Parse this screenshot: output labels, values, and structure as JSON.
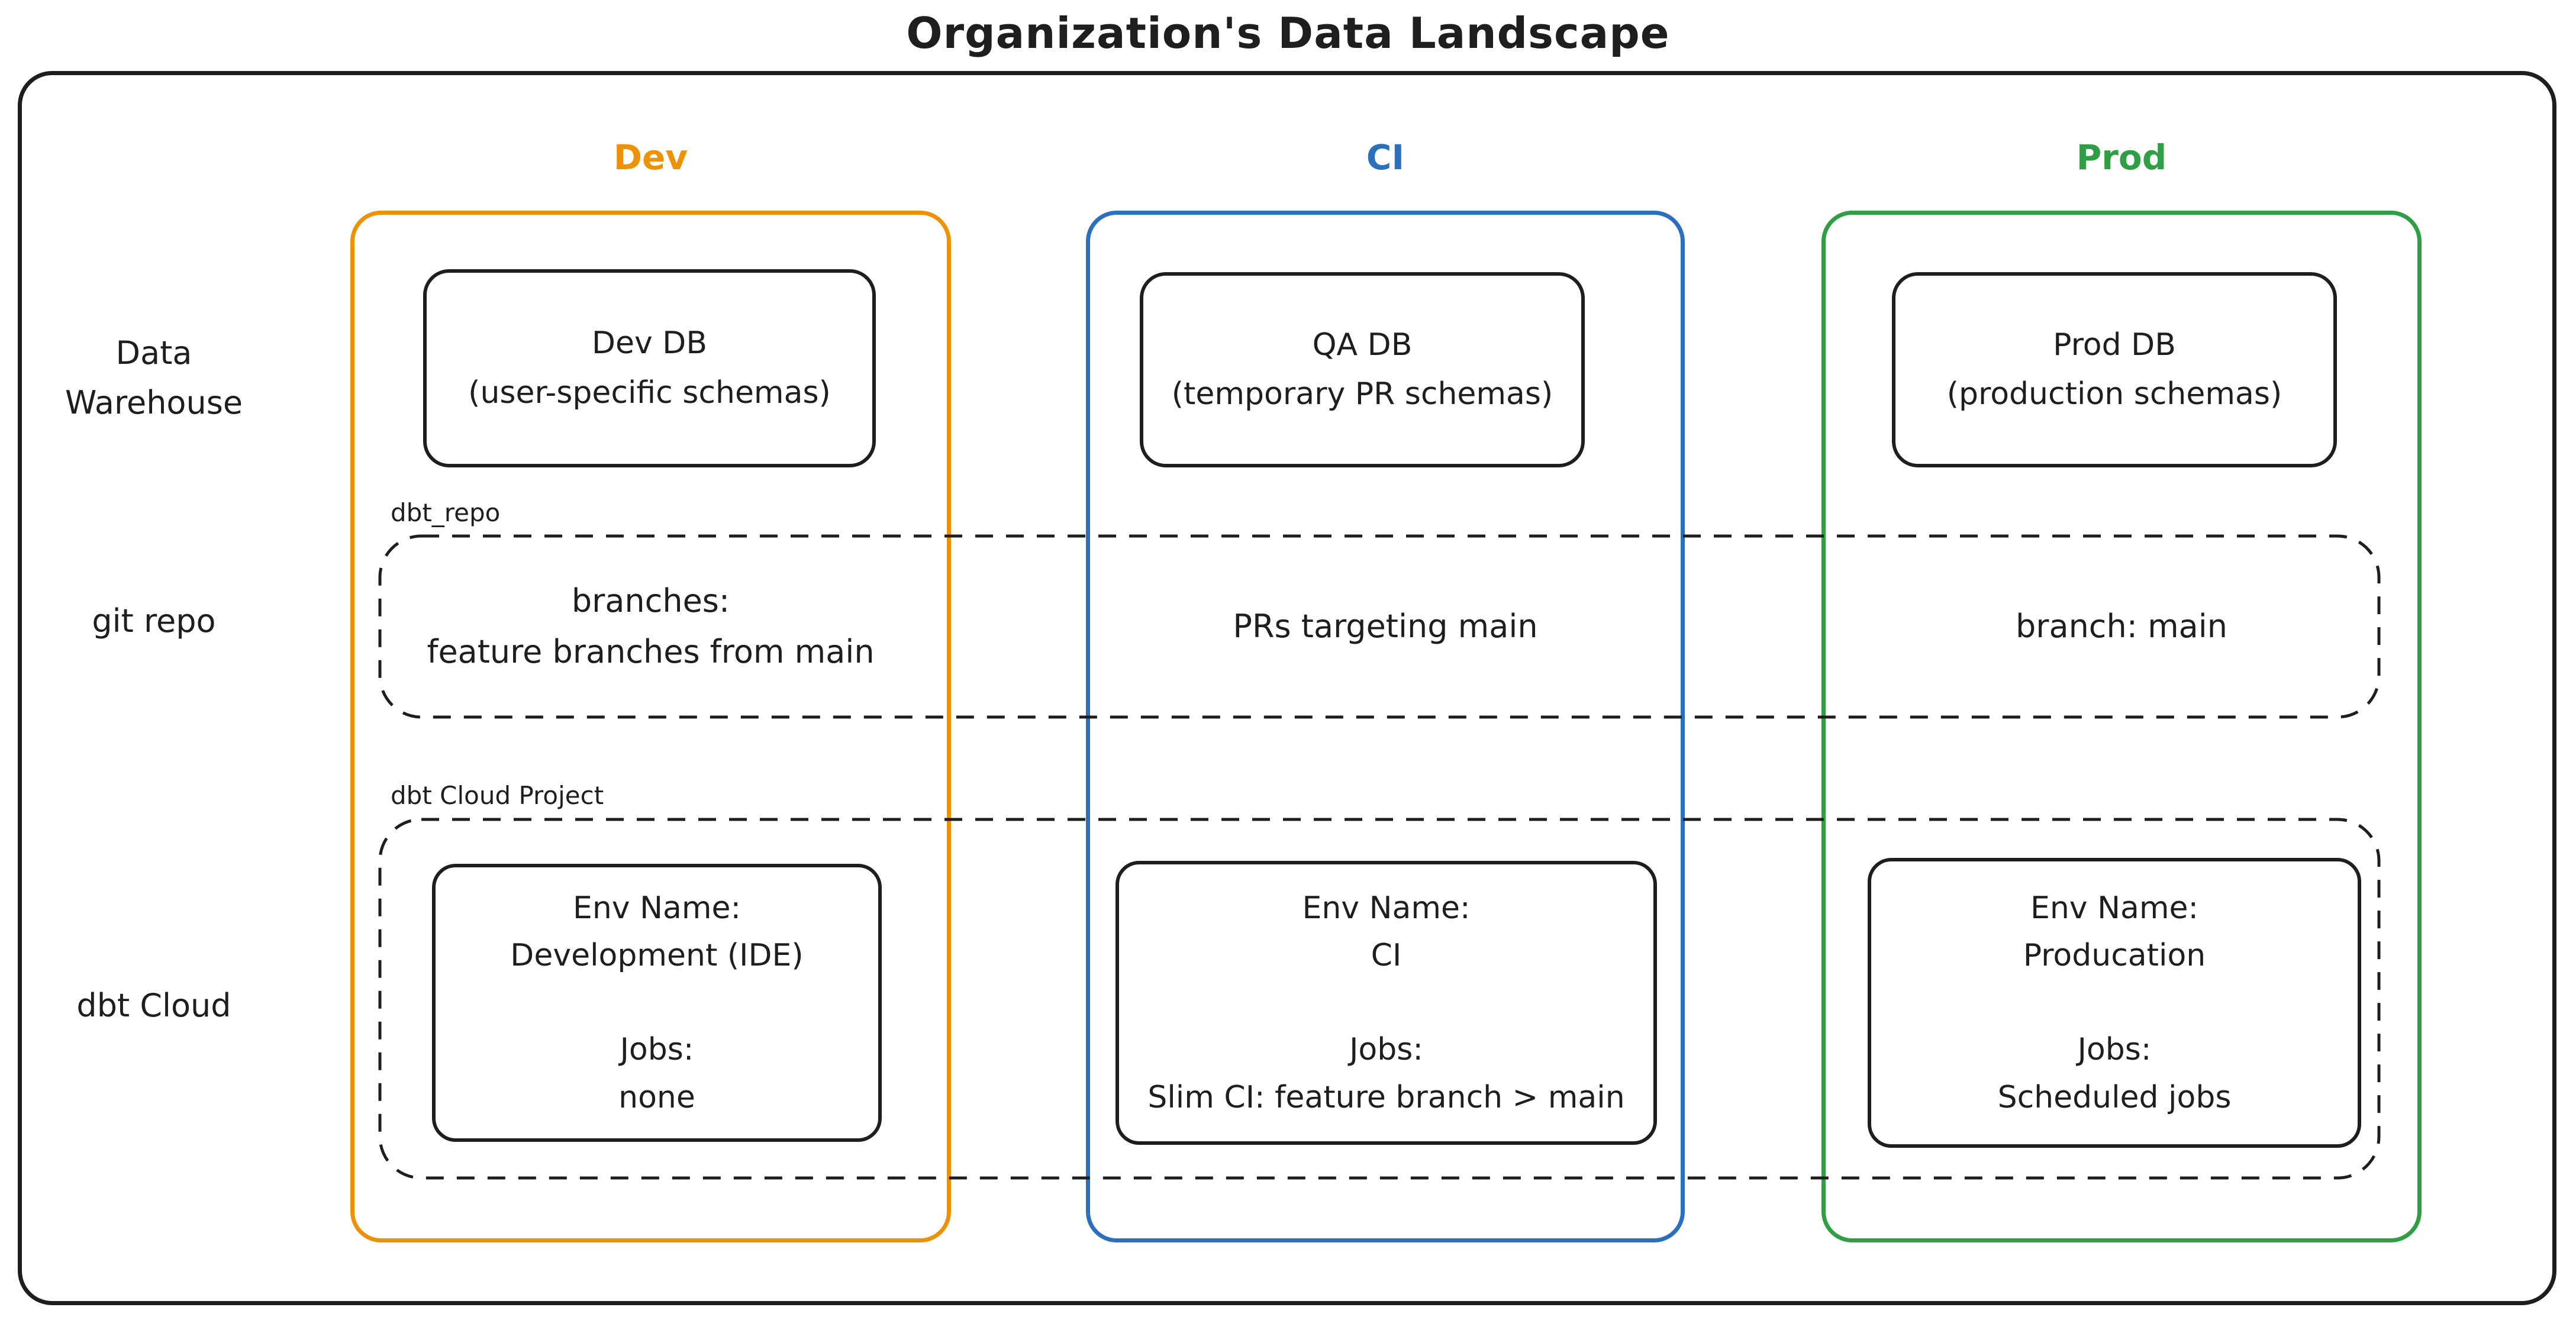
{
  "title": "Organization's Data Landscape",
  "colors": {
    "dev": "#ed9207",
    "ci": "#2b6fbf",
    "prod": "#2f9e44",
    "ink": "#1e1e1e"
  },
  "columns": {
    "dev": {
      "label": "Dev"
    },
    "ci": {
      "label": "CI"
    },
    "prod": {
      "label": "Prod"
    }
  },
  "row_labels": {
    "warehouse": "Data Warehouse",
    "git": "git repo",
    "dbt": "dbt Cloud"
  },
  "bands": {
    "git": {
      "label": "dbt_repo"
    },
    "dbt": {
      "label": "dbt Cloud Project"
    }
  },
  "warehouse": {
    "dev": {
      "name": "Dev DB",
      "schemas": "(user-specific schemas)"
    },
    "ci": {
      "name": "QA DB",
      "schemas": "(temporary PR schemas)"
    },
    "prod": {
      "name": "Prod DB",
      "schemas": "(production schemas)"
    }
  },
  "git": {
    "dev": {
      "line1": "branches:",
      "line2": "feature branches from main"
    },
    "ci": {
      "line1": "PRs targeting main"
    },
    "prod": {
      "line1": "branch: main"
    }
  },
  "dbt": {
    "env_label": "Env Name:",
    "jobs_label": "Jobs:",
    "dev": {
      "env": "Development (IDE)",
      "jobs": "none"
    },
    "ci": {
      "env": "CI",
      "jobs": "Slim CI: feature branch > main"
    },
    "prod": {
      "env": "Producation",
      "jobs": "Scheduled jobs"
    }
  }
}
